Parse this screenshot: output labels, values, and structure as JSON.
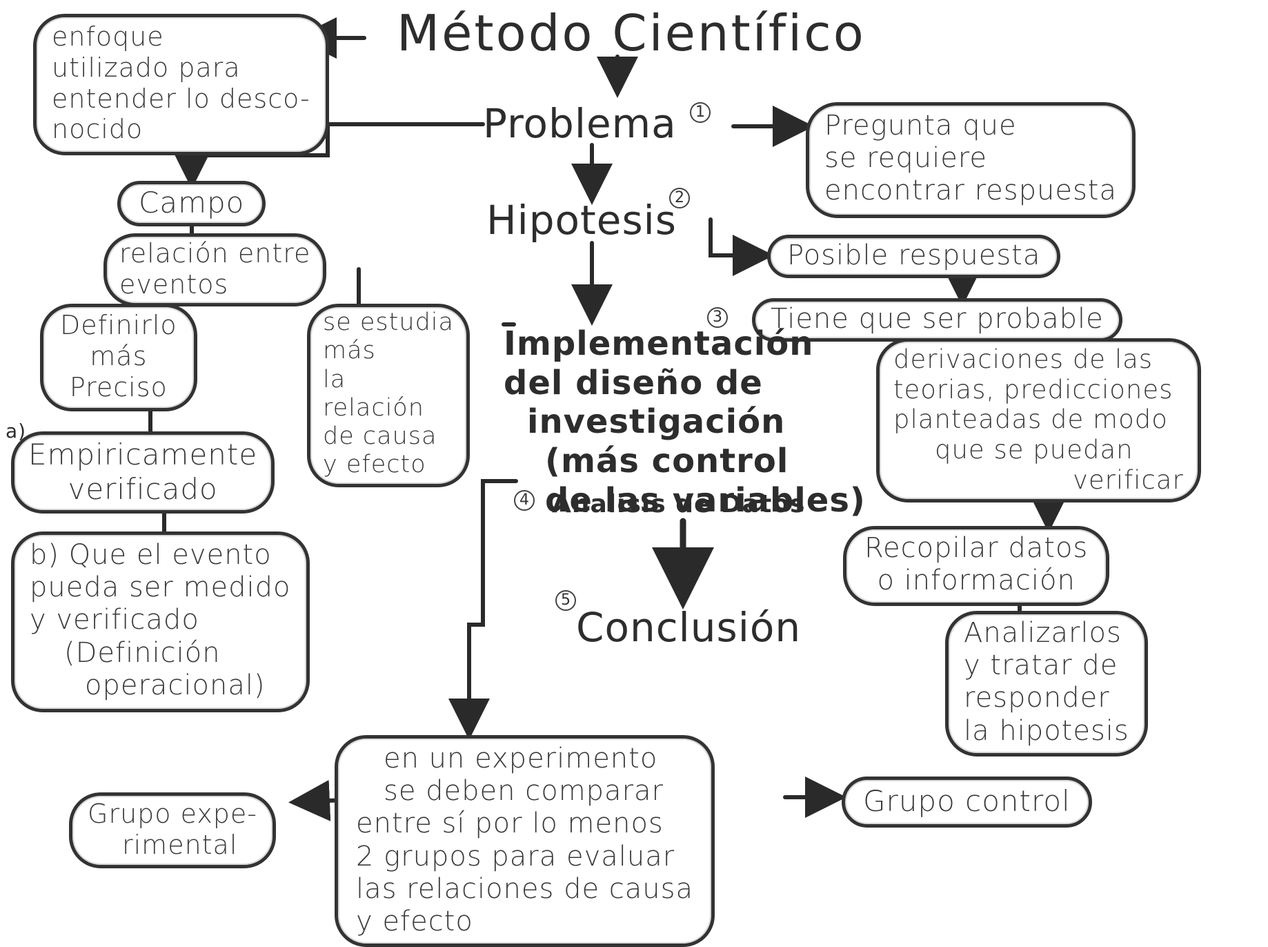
{
  "title": "Método Científico",
  "problema": {
    "label": "Problema",
    "step": "1",
    "left_note": [
      "enfoque",
      "utilizado para",
      "entender lo desco-",
      "nocido"
    ],
    "right_note": [
      "Pregunta que",
      "se requiere",
      "encontrar respuesta"
    ]
  },
  "campo": {
    "label": "Campo",
    "relacion": [
      "relación entre",
      "eventos"
    ],
    "definirlo": [
      "Definirlo",
      "más",
      "Preciso"
    ],
    "se_estudia": [
      "se estudia",
      "más",
      "la",
      "relación",
      "de causa",
      "y efecto"
    ],
    "a_note": [
      "a)",
      "Empiricamente",
      "verificado"
    ],
    "b_note": [
      "b) Que el evento",
      "pueda ser medido",
      "y verificado",
      "(Definición",
      "operacional)"
    ]
  },
  "hipotesis": {
    "label": "Hipotesis",
    "step": "2",
    "posible": "Posible respuesta",
    "tiene": [
      "Tiene que ser probable"
    ],
    "derivaciones": [
      "derivaciones de las",
      "teorias, predicciones",
      "planteadas de modo",
      "que se puedan",
      "verificar"
    ]
  },
  "implementacion": {
    "step": "3",
    "lines": [
      "Implementación",
      "del diseño de",
      "investigación",
      "(más control",
      "de las variables)"
    ]
  },
  "analisis": {
    "step": "4",
    "label": "Analisis de Datos"
  },
  "conclusion": {
    "step": "5",
    "label": "Conclusión"
  },
  "recopilar": [
    "Recopilar datos",
    "o información"
  ],
  "analizarlos": [
    "Analizarlos",
    "y tratar de",
    "responder",
    "la hipotesis"
  ],
  "experimento": [
    "en un experimento",
    "se deben comparar",
    "entre sí por lo menos",
    "2 grupos para evaluar",
    "las relaciones de causa",
    "y efecto"
  ],
  "grupo_experimental": [
    "Grupo expe-",
    "rimental"
  ],
  "grupo_control": "Grupo control"
}
